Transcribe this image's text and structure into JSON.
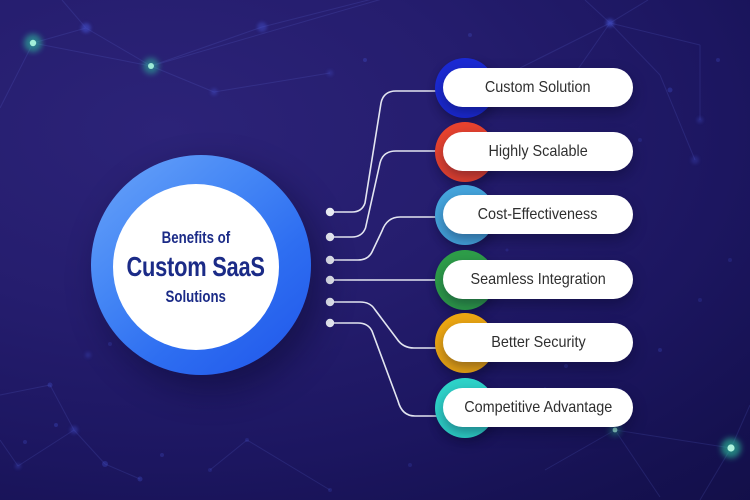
{
  "figure": {
    "center": {
      "line1": "Benefits of",
      "line2": "Custom SaaS",
      "line3": "Solutions"
    },
    "benefits": [
      {
        "label": "Custom Solution",
        "color": "#1b2ad4"
      },
      {
        "label": "Highly Scalable",
        "color": "#e8432f"
      },
      {
        "label": "Cost-Effectiveness",
        "color": "#45a5dd"
      },
      {
        "label": "Seamless Integration",
        "color": "#2e9e49"
      },
      {
        "label": "Better Security",
        "color": "#eda712"
      },
      {
        "label": "Competitive Advantage",
        "color": "#2ed3c9"
      }
    ],
    "colors": {
      "background_light": "#2c2378",
      "background_dark": "#110d41",
      "ring_blue": "#3e7ef4",
      "center_text": "#1b2b87",
      "pill_text": "#2f2f2f",
      "connector": "#edf0f8",
      "network_glow": "#2fd9a6"
    }
  }
}
